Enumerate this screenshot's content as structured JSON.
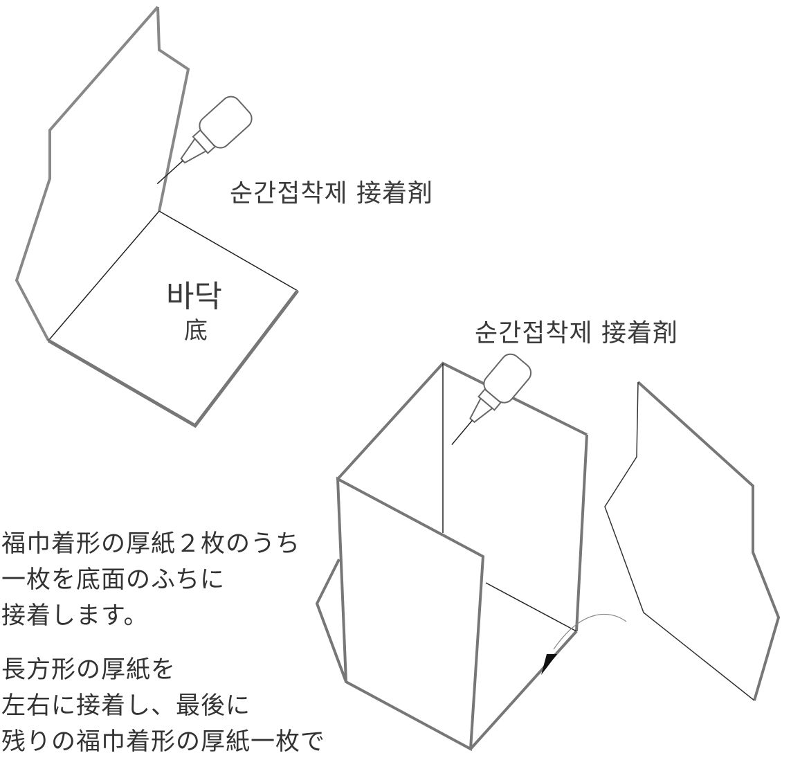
{
  "labels": {
    "glue_top": "순간접착제 接着剤",
    "glue_bottom": "순간접착제 接着剤",
    "base_ko": "바닥",
    "base_ja": "底"
  },
  "instructions": {
    "para1": [
      "福巾着形の厚紙２枚のうち",
      "一枚を底面のふちに",
      "接着します。"
    ],
    "para2": [
      "長方形の厚紙を",
      "左右に接着し、最後に",
      "残りの福巾着形の厚紙一枚で"
    ]
  },
  "colors": {
    "outline": "#7a7a7a",
    "thin_line": "#222222",
    "text": "#333333"
  },
  "icons": [
    "glue-bottle-icon",
    "glue-bottle-icon",
    "arrow-icon"
  ]
}
